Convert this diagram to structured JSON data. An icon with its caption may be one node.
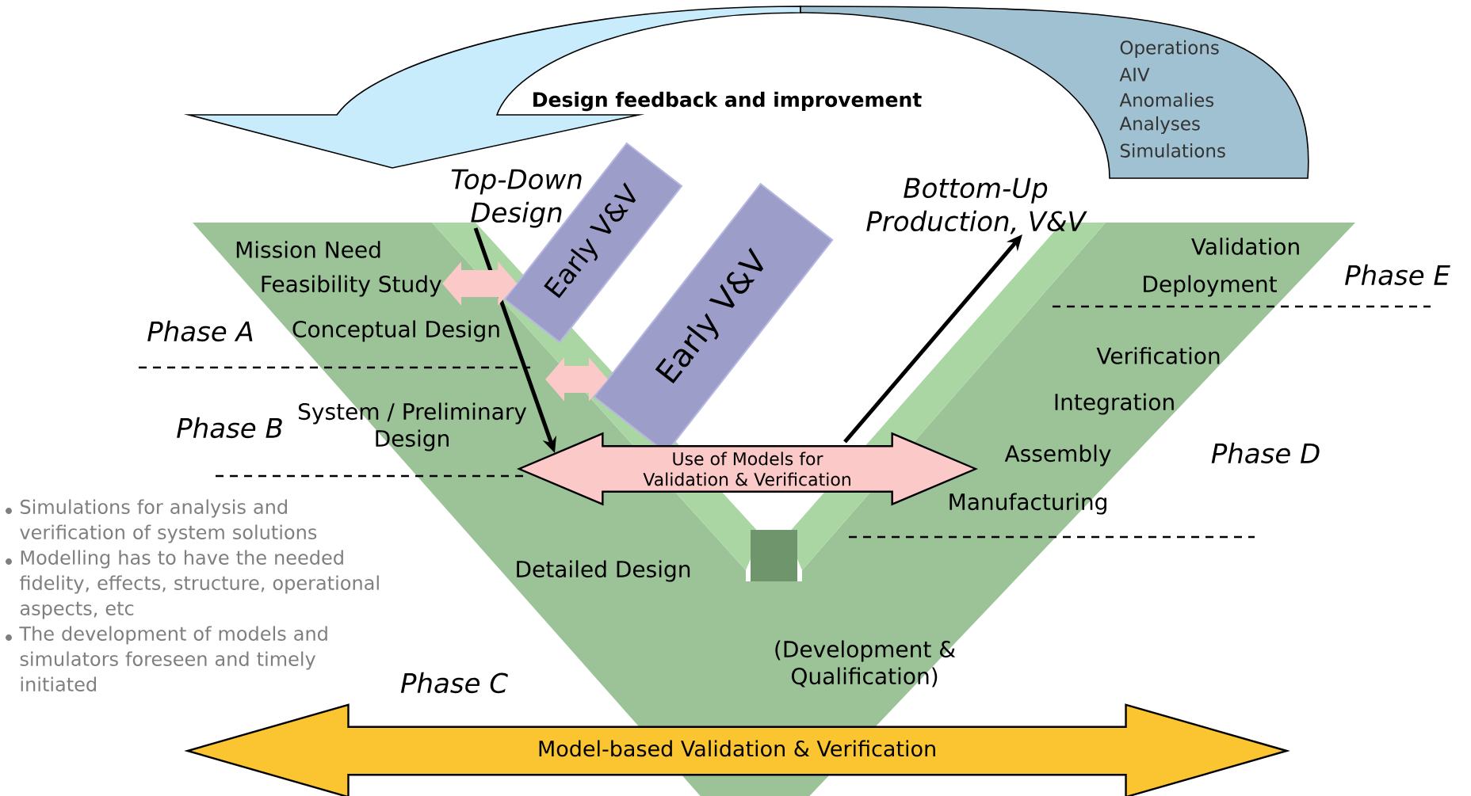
{
  "diagram": {
    "nodes": [
      {
        "text": [
          "Top-Down Design"
        ]
      },
      {
        "text": [
          "Bottom-Up Production, V&V"
        ]
      },
      {
        "text": [
          "Early V&V"
        ]
      },
      {
        "text": [
          "Early V&V"
        ]
      },
      {
        "text": [
          "Use of Models for Validation & Verification"
        ]
      },
      {
        "text": [
          "Model-based Validation & Verification"
        ]
      },
      {
        "text": [
          "Feasibility Study"
        ]
      }
    ],
    "edges": [
      {
        "from": 0,
        "to": 4,
        "arrow": "to"
      },
      {
        "from": 4,
        "to": 1,
        "arrow": "to"
      },
      {
        "from": 6,
        "to": 2,
        "arrow": "both",
        "style": "thick",
        "color": "#fcc9c9"
      },
      {
        "from": null,
        "to": 3,
        "arrow": "both",
        "style": "thick",
        "color": "#fcc9c9"
      }
    ],
    "labels": [
      "Design feedback and improvement",
      "Operations",
      "AIV",
      "Anomalies",
      "Analyses",
      "Simulations",
      "Mission Need",
      "Validation",
      "Deployment",
      "Phase E",
      "Phase A",
      "Conceptual Design",
      "Verification",
      "Integration",
      "Phase B",
      "System / Preliminary Design",
      "Assembly",
      "Phase D",
      "Manufacturing",
      "Simulations for analysis and verification of system solutions",
      "Modelling has to have the needed fidelity, effects, structure, operational aspects, etc",
      "The development of models and simulators foreseen and timely initiated",
      "Detailed Design",
      "(Development & Qualification)",
      "Phase C"
    ]
  }
}
